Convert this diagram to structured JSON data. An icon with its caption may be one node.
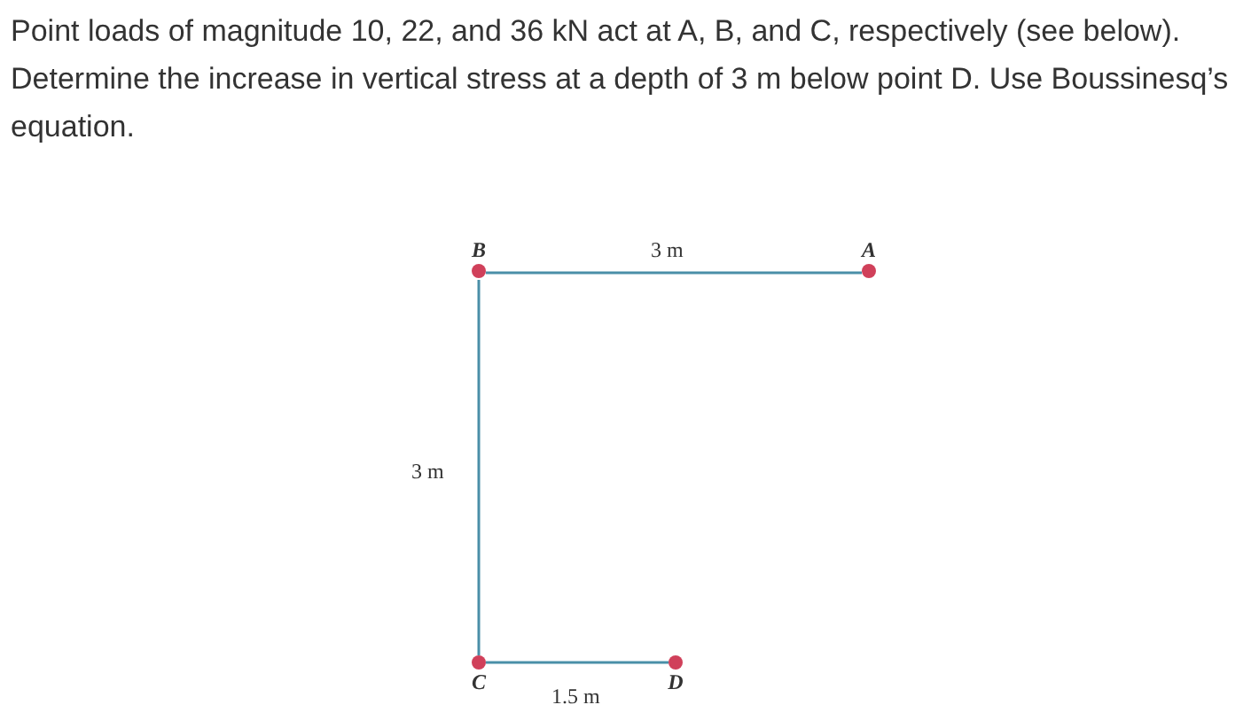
{
  "diagram": {
    "title": "Point loads of magnitude 10, 22, and 36 kN act at A, B, and C, respectively (see below). Determine the increase in vertical stress at a depth of 3 m below point D. Use Boussinesq’s equation.",
    "nodes": [
      {
        "text": [
          "B"
        ]
      },
      {
        "text": [
          "A"
        ]
      },
      {
        "text": [
          "C"
        ]
      },
      {
        "text": [
          "D"
        ]
      }
    ],
    "edges": [
      {
        "from": 0,
        "to": 1,
        "arrow": "none",
        "label": "3 m"
      },
      {
        "from": 0,
        "to": 2,
        "arrow": "none",
        "label": "3 m"
      },
      {
        "from": 2,
        "to": 3,
        "arrow": "none",
        "label": "1.5 m"
      }
    ]
  }
}
